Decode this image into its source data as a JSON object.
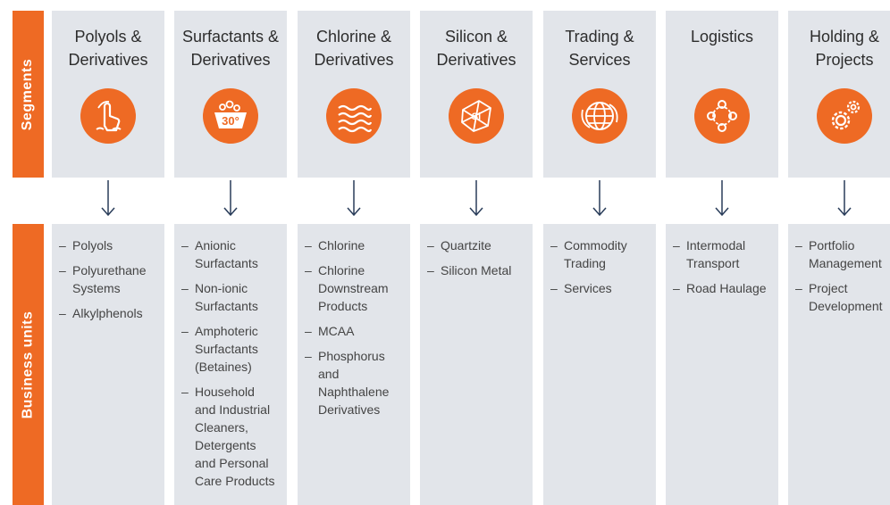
{
  "side_labels": {
    "segments": "Segments",
    "business_units": "Business units"
  },
  "colors": {
    "accent": "#ee6a24",
    "panel": "#e2e5ea",
    "text": "#2d2d2d"
  },
  "columns": [
    {
      "title": "Polyols &\nDerivatives",
      "icon": "hand-press-icon",
      "items": [
        "Polyols",
        "Polyurethane\nSystems",
        "Alkylphenols"
      ]
    },
    {
      "title": "Surfactants &\nDerivatives",
      "icon": "wash-tub-30-icon",
      "icon_text": "30°",
      "items": [
        "Anionic\nSurfactants",
        "Non-ionic\nSurfactants",
        "Amphoteric\nSurfactants\n(Betaines)",
        "Household\nand Industrial\nCleaners,\nDetergents\nand Personal\nCare Products"
      ]
    },
    {
      "title": "Chlorine &\nDerivatives",
      "icon": "waves-icon",
      "items": [
        "Chlorine",
        "Chlorine\nDownstream\nProducts",
        "MCAA",
        "Phosphorus\nand\nNaphthalene\nDerivatives"
      ]
    },
    {
      "title": "Silicon &\nDerivatives",
      "icon": "silicon-crystal-icon",
      "icon_text": "Si",
      "items": [
        "Quartzite",
        "Silicon Metal"
      ]
    },
    {
      "title": "Trading &\nServices",
      "icon": "globe-icon",
      "items": [
        "Commodity\nTrading",
        "Services"
      ]
    },
    {
      "title": "Logistics",
      "icon": "route-pins-icon",
      "items": [
        "Intermodal\nTransport",
        "Road Haulage"
      ]
    },
    {
      "title": "Holding &\nProjects",
      "icon": "gears-icon",
      "items": [
        "Portfolio\nManagement",
        "Project\nDevelopment"
      ]
    }
  ]
}
